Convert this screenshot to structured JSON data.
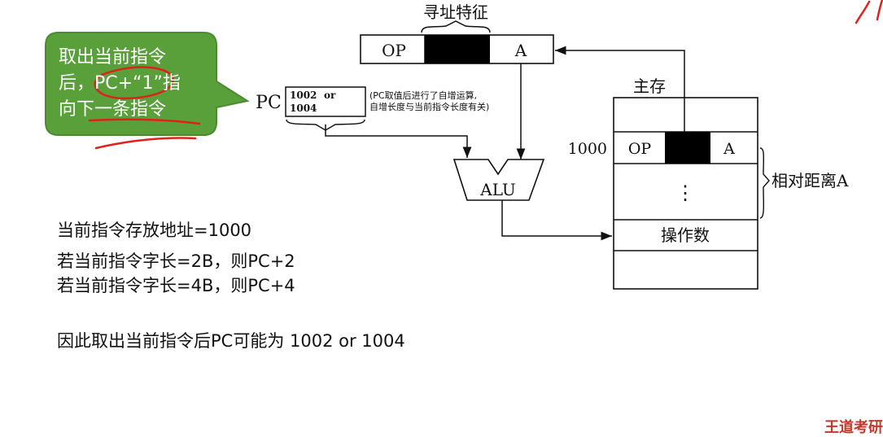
{
  "instruction": {
    "op": "OP",
    "a": "A",
    "feature_label": "寻址特征"
  },
  "bubble": {
    "lines": [
      "取出当前指令",
      "后，PC+“1”指",
      "向下一条指令"
    ]
  },
  "pc": {
    "label": "PC",
    "value1": "1002",
    "or_text": "or",
    "value2": "1004",
    "note_line1": "(PC取值后进行了自增运算,",
    "note_line2": "自增长度与当前指令长度有关)"
  },
  "alu": {
    "label": "ALU"
  },
  "memory": {
    "title": "主存",
    "address": "1000",
    "op": "OP",
    "a": "A",
    "dots": "⋮",
    "operand": "操作数",
    "offset_label": "相对距离A"
  },
  "notes": [
    "当前指令存放地址=1000",
    "若当前指令字长=2B，则PC+2",
    "若当前指令字长=4B，则PC+4",
    "因此取出当前指令后PC可能为 1002 or 1004"
  ],
  "watermark": "王道考研",
  "colors": {
    "bubble_fill": "#5aa03a",
    "bubble_border": "#4a8a30",
    "annotation_red": "#e0201c",
    "ink": "#111111"
  }
}
